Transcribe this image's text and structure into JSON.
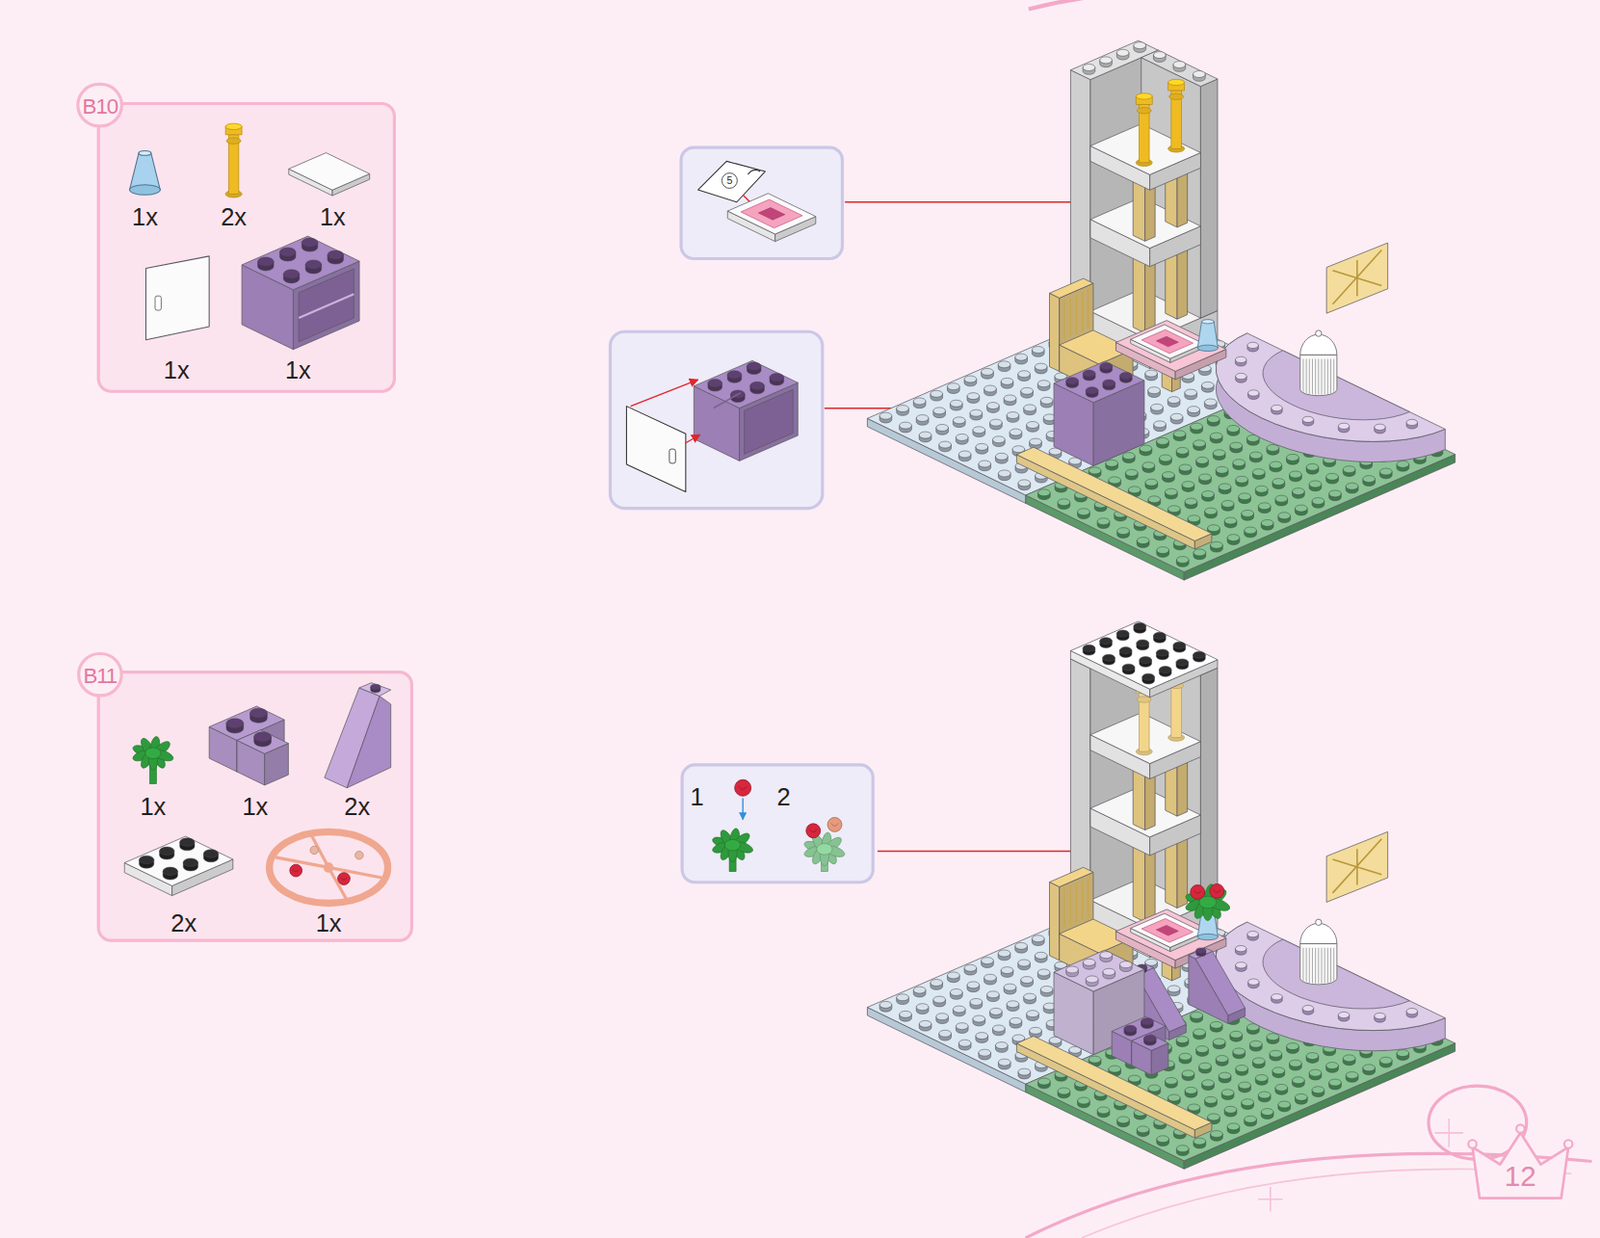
{
  "diagram": {
    "nodes": [
      {
        "text": [
          "B10",
          "1x",
          "2x",
          "1x",
          "1x",
          "1x"
        ]
      },
      {
        "text": [
          "5"
        ]
      },
      {
        "text": [
          "B11",
          "1x",
          "1x",
          "2x",
          "2x",
          "1x"
        ]
      },
      {
        "text": [
          "1",
          "2"
        ]
      }
    ],
    "labels": [
      "12"
    ]
  }
}
